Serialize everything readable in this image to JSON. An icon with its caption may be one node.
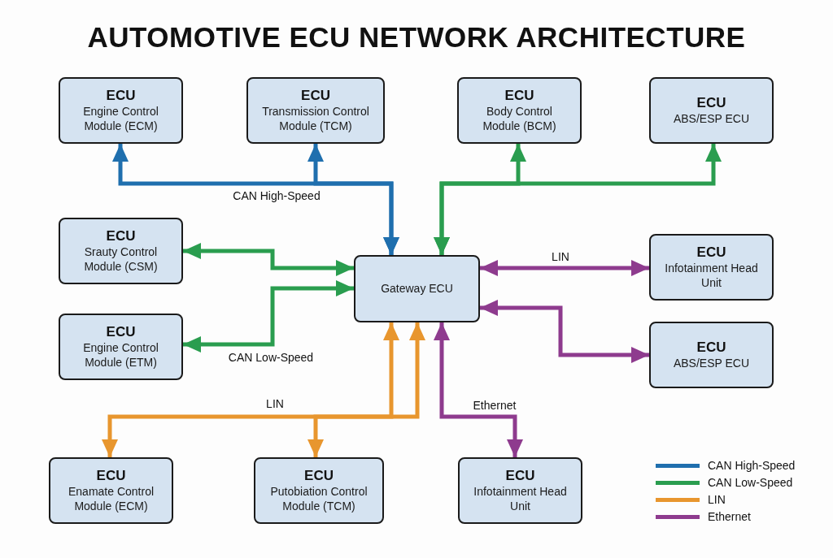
{
  "diagram": {
    "title": "AUTOMOTIVE ECU NETWORK ARCHITECTURE",
    "nodes": [
      {
        "text": [
          "ECU",
          "Engine Control Module (ECM)"
        ]
      },
      {
        "text": [
          "ECU",
          "Transmission Control Module (TCM)"
        ]
      },
      {
        "text": [
          "ECU",
          "Body Control Module (BCM)"
        ]
      },
      {
        "text": [
          "ECU",
          "ABS/ESP ECU"
        ]
      },
      {
        "text": [
          "ECU",
          "Srauty Control Module (CSM)"
        ]
      },
      {
        "text": [
          "ECU",
          "Engine Control Module (ETM)"
        ]
      },
      {
        "text": [
          "Gateway ECU"
        ]
      },
      {
        "text": [
          "ECU",
          "Infotainment Head Unit"
        ]
      },
      {
        "text": [
          "ECU",
          "ABS/ESP ECU"
        ]
      },
      {
        "text": [
          "ECU",
          "Enamate Control Module (ECM)"
        ]
      },
      {
        "text": [
          "ECU",
          "Putobiation Control Module (TCM)"
        ]
      },
      {
        "text": [
          "ECU",
          "Infotainment Head Unit"
        ]
      }
    ],
    "edges": [
      {
        "from": 6,
        "to": 0,
        "arrow": "both",
        "color": "#1f6fae",
        "label": "CAN High-Speed"
      },
      {
        "from": 6,
        "to": 1,
        "arrow": "both",
        "color": "#1f6fae"
      },
      {
        "from": 6,
        "to": 2,
        "arrow": "both",
        "color": "#2a9d4f"
      },
      {
        "from": 6,
        "to": 3,
        "arrow": "both",
        "color": "#2a9d4f"
      },
      {
        "from": 6,
        "to": 4,
        "arrow": "both",
        "color": "#2a9d4f"
      },
      {
        "from": 6,
        "to": 5,
        "arrow": "both",
        "color": "#2a9d4f",
        "label": "CAN Low-Speed"
      },
      {
        "from": 6,
        "to": 7,
        "arrow": "both",
        "color": "#8e3b8e",
        "label": "LIN"
      },
      {
        "from": 6,
        "to": 8,
        "arrow": "both",
        "color": "#8e3b8e"
      },
      {
        "from": 6,
        "to": 9,
        "arrow": "both",
        "color": "#e8962e",
        "label": "LIN"
      },
      {
        "from": 6,
        "to": 10,
        "arrow": "both",
        "color": "#e8962e"
      },
      {
        "from": 6,
        "to": 11,
        "arrow": "both",
        "color": "#8e3b8e",
        "label": "Ethernet"
      }
    ],
    "legend": [
      {
        "text": "CAN High-Speed",
        "color": "#1f6fae"
      },
      {
        "text": "CAN Low-Speed",
        "color": "#2a9d4f"
      },
      {
        "text": "LIN",
        "color": "#e8962e"
      },
      {
        "text": "Ethernet",
        "color": "#8e3b8e"
      }
    ]
  }
}
